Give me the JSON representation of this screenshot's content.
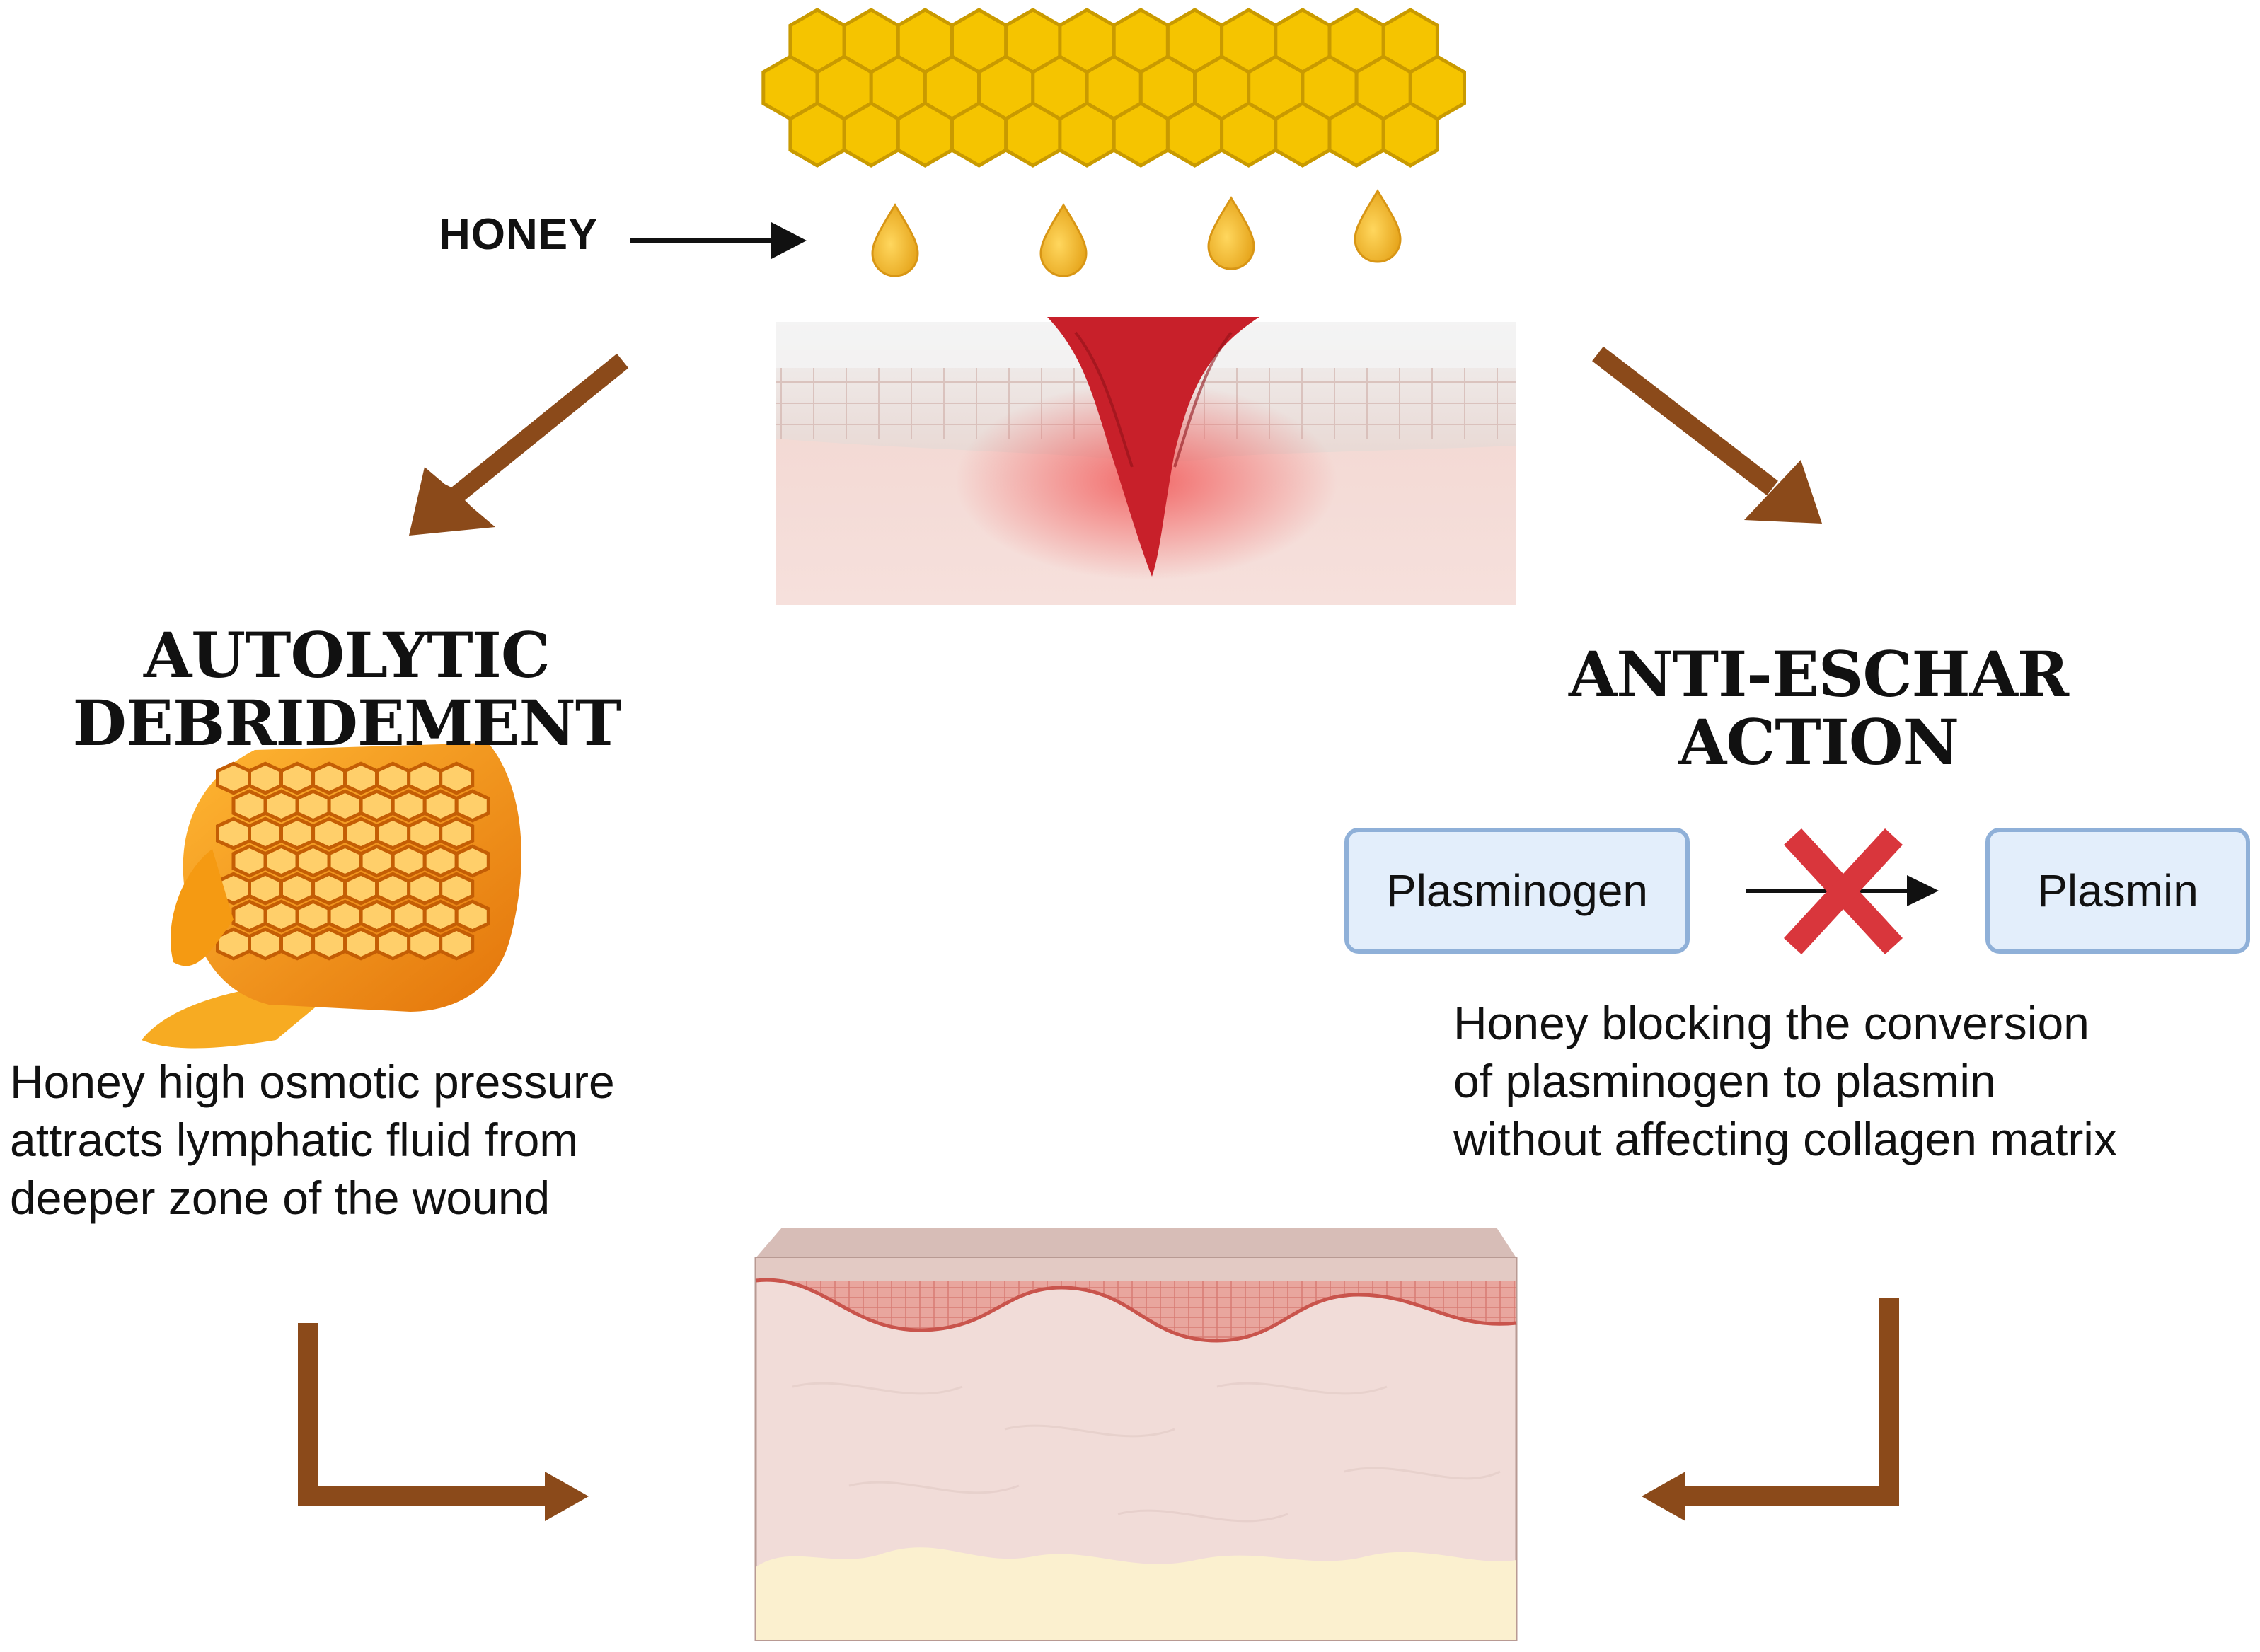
{
  "labels": {
    "honey": "HONEY",
    "left_title_line1": "AUTOLYTIC",
    "left_title_line2": "DEBRIDEMENT",
    "right_title_line1": "ANTI-ESCHAR",
    "right_title_line2": "ACTION",
    "left_desc_line1": "Honey high osmotic pressure",
    "left_desc_line2": "attracts lymphatic fluid from",
    "left_desc_line3": "deeper zone of the wound",
    "right_desc_line1": "Honey blocking the conversion",
    "right_desc_line2": "of plasminogen to plasmin",
    "right_desc_line3": "without affecting collagen matrix"
  },
  "nodes": {
    "plasminogen": "Plasminogen",
    "plasmin": "Plasmin"
  },
  "colors": {
    "honeycomb_fill": "#f5c400",
    "honeycomb_stroke": "#c99a00",
    "drop": "#f0b528",
    "flow_arrow": "#8b4a1a",
    "blocked_mark": "#d9363c",
    "wound_red": "#c8202a",
    "node_fill": "#e3eefb",
    "node_border": "#8fb0d8"
  }
}
